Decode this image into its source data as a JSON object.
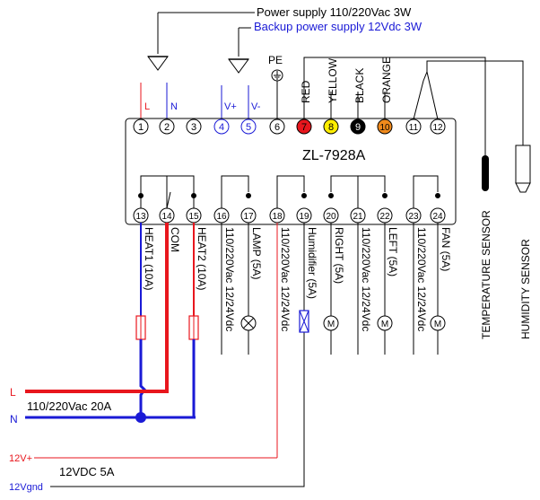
{
  "header": {
    "power_supply": "Power supply 110/220Vac 3W",
    "backup_supply": "Backup power supply 12Vdc 3W"
  },
  "module": {
    "model": "ZL-7928A"
  },
  "top_labels": {
    "L": "L",
    "N": "N",
    "Vplus": "V+",
    "Vminus": "V-",
    "PE": "PE",
    "red": "RED",
    "yellow": "YELLOW",
    "black": "BLACK",
    "orange": "ORANGE"
  },
  "top_terminals": [
    "1",
    "2",
    "3",
    "4",
    "5",
    "6",
    "7",
    "8",
    "9",
    "10",
    "11",
    "12"
  ],
  "bottom_terminals": [
    "13",
    "14",
    "15",
    "16",
    "17",
    "18",
    "19",
    "20",
    "21",
    "22",
    "23",
    "24"
  ],
  "output_labels": {
    "heat1": "HEAT1 (10A)",
    "com": "COM",
    "heat2": "HEAT2 (10A)",
    "ac_lamp": "110/220Vac 12/24Vdc",
    "lamp": "LAMP (5A)",
    "ac_hum": "110/220Vac 12/24Vdc",
    "humidifier": "Humidifier (5A)",
    "right": "RIGHT (5A)",
    "ac_motor": "110/220Vac 12/24Vdc",
    "left": "LEFT (5A)",
    "ac_fan": "110/220Vac 12/24Vdc",
    "fan": "FAN (5A)"
  },
  "sensors": {
    "temperature": "TEMPERATURE SENSOR",
    "humidity": "HUMIDITY SENSOR"
  },
  "supply": {
    "L": "L",
    "N": "N",
    "ac_rating": "110/220Vac 20A",
    "v12_plus": "12V+",
    "v12_gnd": "12Vgnd",
    "dc_rating": "12VDC 5A"
  },
  "colors": {
    "red": "#e8161d",
    "blue": "#1a1ad6",
    "black": "#000000",
    "yellow": "#ffee00",
    "orange": "#f08a1c",
    "blue_text": "#1a1ad6"
  }
}
